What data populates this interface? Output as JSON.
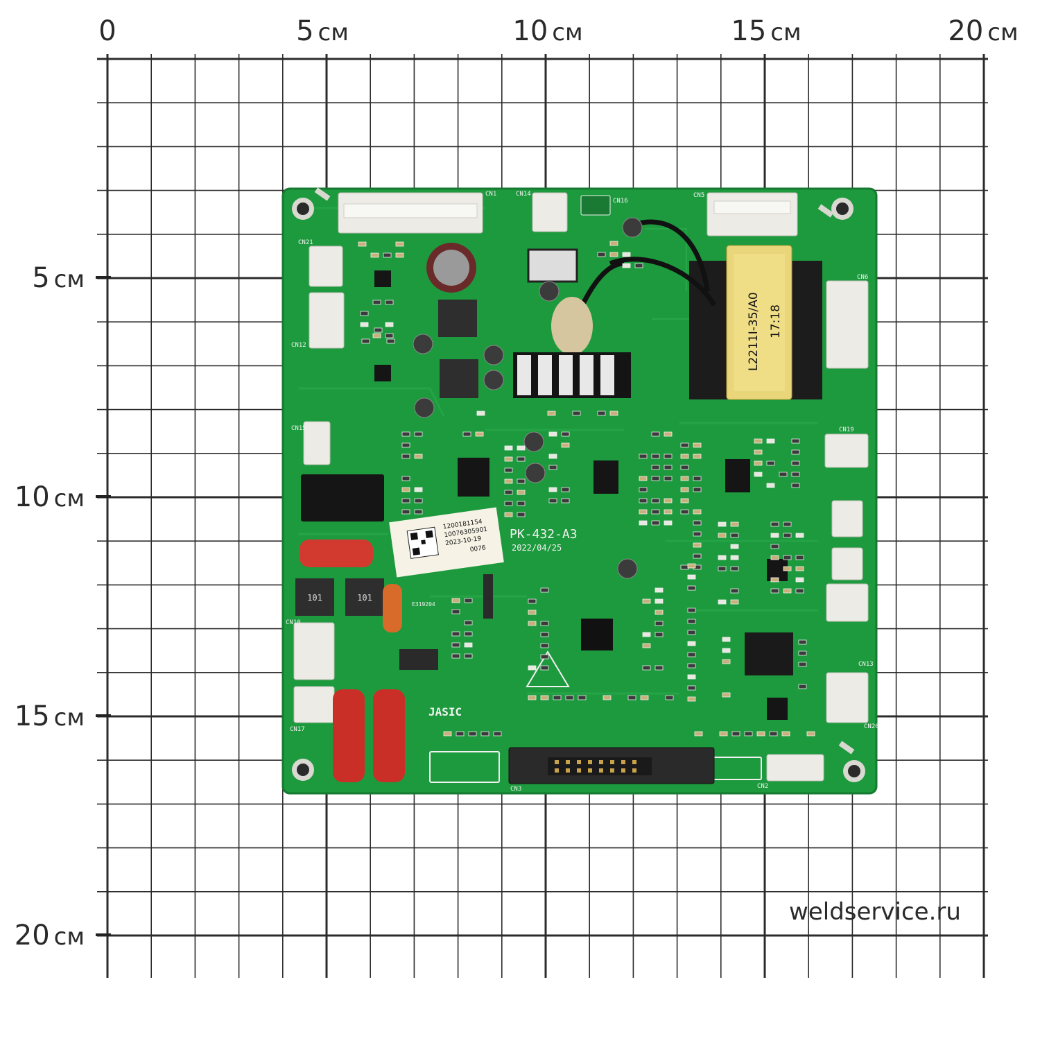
{
  "ruler": {
    "top_labels": [
      {
        "value": "0",
        "unit": ""
      },
      {
        "value": "5",
        "unit": "см"
      },
      {
        "value": "10",
        "unit": "см"
      },
      {
        "value": "15",
        "unit": "см"
      },
      {
        "value": "20",
        "unit": "см"
      }
    ],
    "left_labels": [
      {
        "value": "5",
        "unit": "см"
      },
      {
        "value": "10",
        "unit": "см"
      },
      {
        "value": "15",
        "unit": "см"
      },
      {
        "value": "20",
        "unit": "см"
      }
    ]
  },
  "board": {
    "model": "PK-432-A3",
    "date": "2022/04/25",
    "brand": "JASIC",
    "sticker_lines": [
      "1200181154",
      "10076305901",
      "2023-10-19",
      "0076"
    ],
    "transformer_label": [
      "L2211I-35/A0",
      "17:18"
    ],
    "inductor_marking": "101",
    "cert_mark": "E319204",
    "connectors": [
      "CN1",
      "CN14",
      "CN16",
      "CN5",
      "CN21",
      "CN12",
      "CN6",
      "CN15",
      "CN19",
      "CN10",
      "CN17",
      "CN3",
      "CN2",
      "CN13",
      "CN20"
    ]
  },
  "watermark": "weldservice.ru",
  "colors": {
    "pcb": "#1e9a3e",
    "pcb_edge": "#157a30",
    "grid": "#2b2b2b",
    "silkscreen": "#f2f2f2",
    "capacitor_red": "#d23a2f",
    "connector_white": "#ecebe6"
  }
}
